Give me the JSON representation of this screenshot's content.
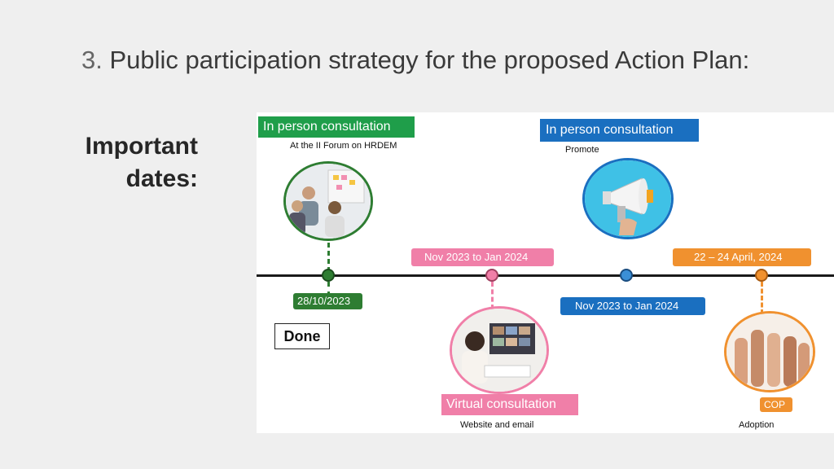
{
  "slide": {
    "title_number": "3.",
    "title_text": "Public participation strategy for the proposed Action Plan:",
    "important_line1": "Important",
    "important_line2": "dates:"
  },
  "timeline": {
    "events": [
      {
        "tag": "In person consultation",
        "subtitle": "At the II Forum on HRDEM",
        "date": "28/10/2023",
        "status": "Done",
        "illustration": "people-workshop-image",
        "color": "#2e7d32"
      },
      {
        "tag": "Virtual consultation",
        "subtitle": "Website and email",
        "date": "Nov 2023 to Jan 2024",
        "illustration": "video-call-image",
        "color": "#f07fa8"
      },
      {
        "tag": "In person consultation",
        "subtitle": "Promote",
        "date": "Nov 2023 to Jan 2024",
        "illustration": "megaphone-image",
        "color": "#1a6fc0"
      },
      {
        "tag": "COP",
        "subtitle": "Adoption",
        "date": "22 – 24 April, 2024",
        "illustration": "raised-hands-image",
        "color": "#f0912f"
      }
    ]
  },
  "colors": {
    "green": "#2e7d32",
    "pink": "#f07fa8",
    "blue": "#1a6fc0",
    "orange": "#f0912f"
  }
}
